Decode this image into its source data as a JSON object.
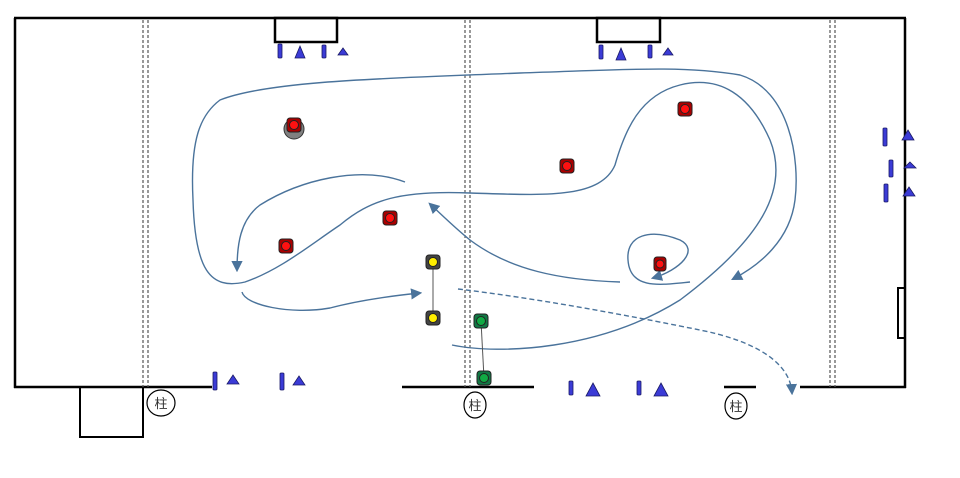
{
  "diagram": {
    "pillar_label": "柱",
    "pillars": [
      {
        "label": "柱"
      },
      {
        "label": "柱"
      },
      {
        "label": "柱"
      }
    ],
    "colors": {
      "line": "#000000",
      "route": "#4a739b",
      "marker": "#3b3bd6",
      "red_player": "#ee1111",
      "yellow_player": "#ffee00",
      "green_player": "#1aa84a",
      "gray_ring": "#808080"
    }
  }
}
